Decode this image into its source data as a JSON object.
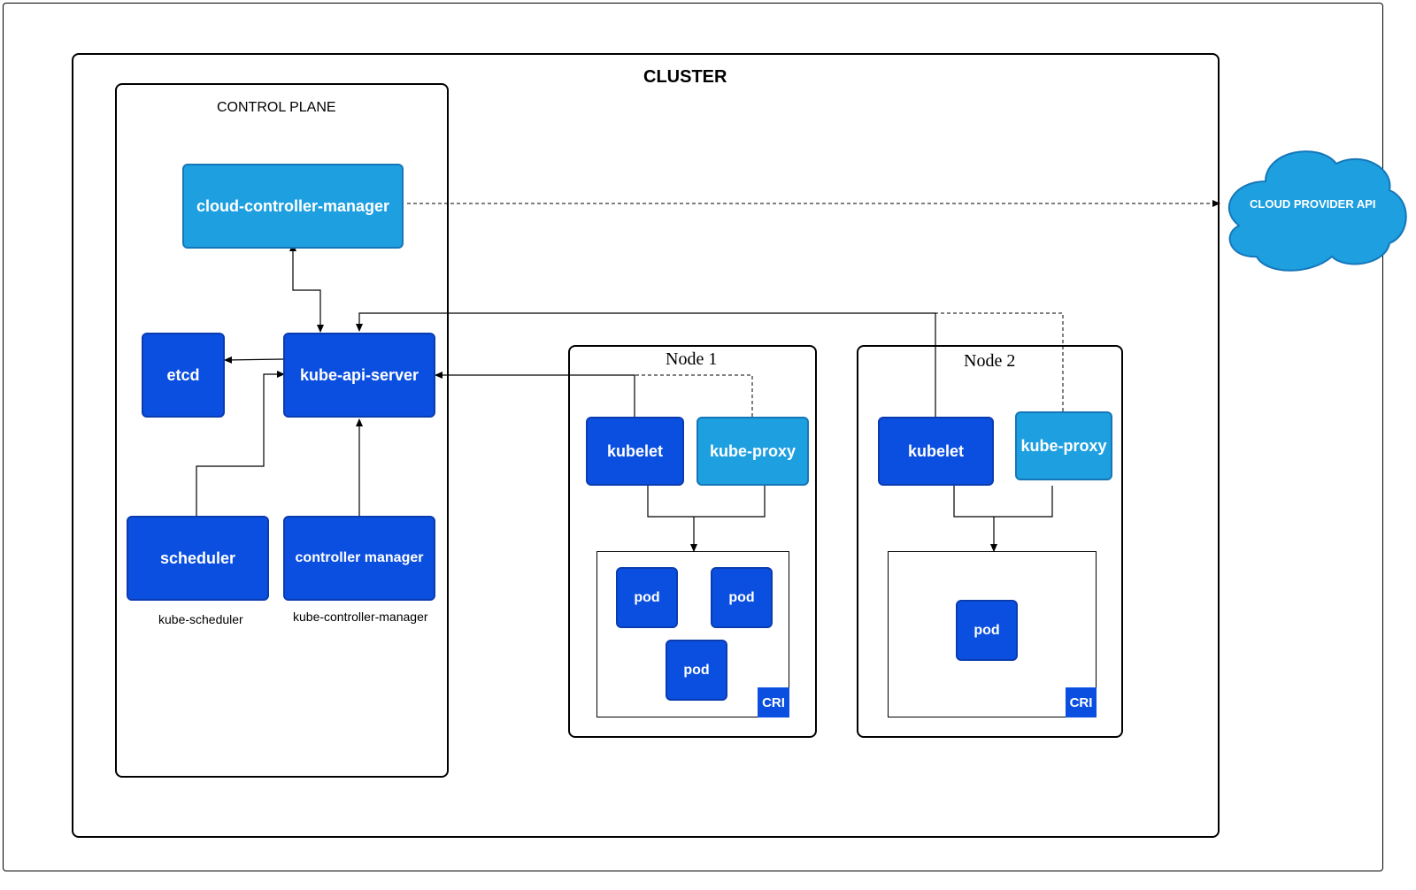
{
  "cluster": {
    "title": "CLUSTER"
  },
  "control_plane": {
    "title": "CONTROL PLANE",
    "cloud_controller_manager": "cloud-controller-manager",
    "etcd": "etcd",
    "kube_api_server": "kube-api-server",
    "scheduler": "scheduler",
    "scheduler_caption": "kube-scheduler",
    "controller_manager": "controller manager",
    "controller_manager_caption": "kube-controller-manager"
  },
  "node1": {
    "title": "Node 1",
    "kubelet": "kubelet",
    "kube_proxy": "kube-proxy",
    "pods": [
      "pod",
      "pod",
      "pod"
    ],
    "cri": "CRI"
  },
  "node2": {
    "title": "Node 2",
    "kubelet": "kubelet",
    "kube_proxy": "kube-proxy",
    "pods": [
      "pod"
    ],
    "cri": "CRI"
  },
  "cloud_provider": {
    "label": "CLOUD PROVIDER API",
    "color": "#1e9fe0"
  },
  "colors": {
    "component_dark": "#0b4fe0",
    "component_light": "#1e9fe0"
  }
}
